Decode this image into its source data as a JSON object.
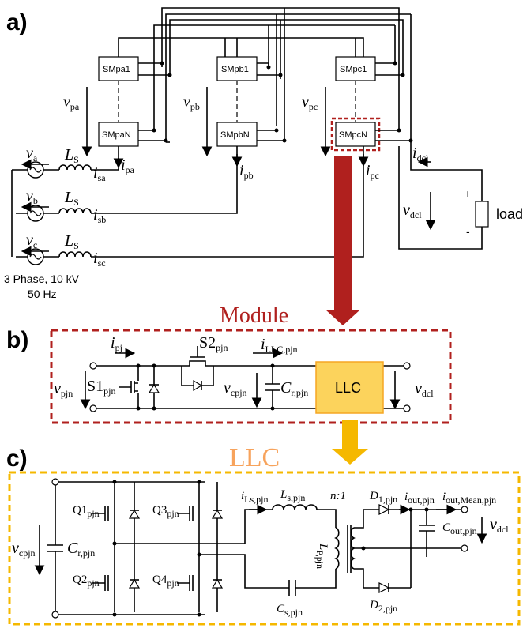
{
  "panels": {
    "a": "a)",
    "b": "b)",
    "c": "c)"
  },
  "colors": {
    "module_red": "#b0201e",
    "llc_orange": "#f5a623",
    "llc_fill": "#fcd35c",
    "llc_title": "#f7a35c"
  },
  "part_a": {
    "submodules": {
      "pa1": "SMpa1",
      "paN": "SMpaN",
      "pb1": "SMpb1",
      "pbN": "SMpbN",
      "pc1": "SMpc1",
      "pcN": "SMpcN"
    },
    "voltages": {
      "vpa": "v",
      "vpa_sub": "pa",
      "vpb": "v",
      "vpb_sub": "pb",
      "vpc": "v",
      "vpc_sub": "pc",
      "va": "v",
      "va_sub": "a",
      "vb": "v",
      "vb_sub": "b",
      "vc": "v",
      "vc_sub": "c",
      "vdcl": "v",
      "vdcl_sub": "dcl"
    },
    "currents": {
      "ipa": "i",
      "ipa_sub": "pa",
      "ipb": "i",
      "ipb_sub": "pb",
      "ipc": "i",
      "ipc_sub": "pc",
      "isa": "i",
      "isa_sub": "sa",
      "isb": "i",
      "isb_sub": "sb",
      "isc": "i",
      "isc_sub": "sc",
      "idcl": "i",
      "idcl_sub": "dcl"
    },
    "inductor": "L",
    "inductor_sub": "S",
    "source_caption_line1": "3 Phase, 10 kV",
    "source_caption_line2": "50 Hz",
    "load": "load",
    "plus": "+",
    "minus": "-"
  },
  "module_title": "Module",
  "part_b": {
    "ipj": "i",
    "ipj_sub": "pj",
    "s2": "S2",
    "s2_sub": "pjn",
    "illc": "i",
    "illc_sub": "LLC,pjn",
    "vpjn": "v",
    "vpjn_sub": "pjn",
    "s1": "S1",
    "s1_sub": "pjn",
    "vcpjn": "v",
    "vcpjn_sub": "cpjn",
    "cr": "C",
    "cr_sub": "r,pjn",
    "llc_box": "LLC",
    "vdcl": "v",
    "vdcl_sub": "dcl"
  },
  "llc_title": "LLC",
  "part_c": {
    "vcpjn": "v",
    "vcpjn_sub": "cpjn",
    "cr": "C",
    "cr_sub": "r,pjn",
    "q1": "Q1",
    "q1_sub": "pjn",
    "q2": "Q2",
    "q2_sub": "pjn",
    "q3": "Q3",
    "q3_sub": "pjn",
    "q4": "Q4",
    "q4_sub": "pjn",
    "ils": "i",
    "ils_sub": "Ls,pjn",
    "ls": "L",
    "ls_sub": "s,pjn",
    "ratio": "n:1",
    "lp": "L",
    "lp_sub": "P,pjn",
    "cs": "C",
    "cs_sub": "s,pjn",
    "d1": "D",
    "d1_sub": "1,pjn",
    "d2": "D",
    "d2_sub": "2,pjn",
    "iout": "i",
    "iout_sub": "out,pjn",
    "ioutmean": "i",
    "ioutmean_sub": "out,Mean,pjn",
    "cout": "C",
    "cout_sub": "out,pjn",
    "vdcl": "v",
    "vdcl_sub": "dcl"
  }
}
